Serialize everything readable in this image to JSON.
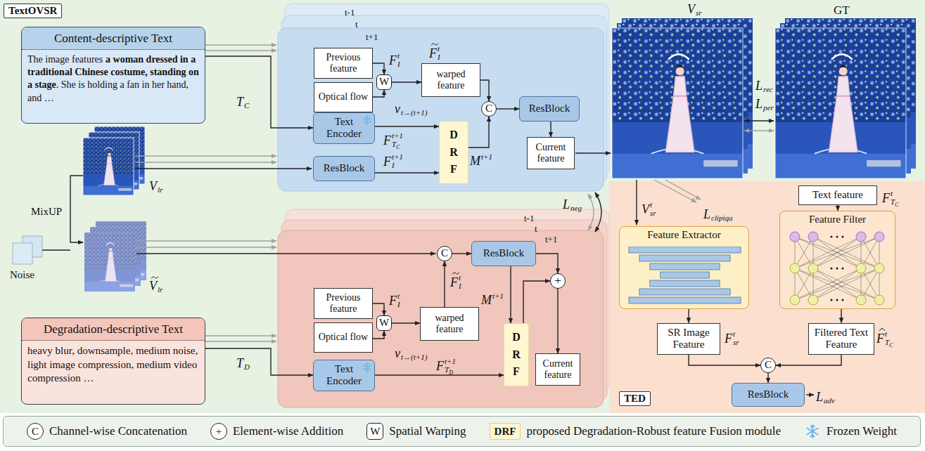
{
  "diagram": {
    "nodes": [
      {
        "text": [
          "TextOVSR"
        ]
      },
      {
        "text": [
          "Content-descriptive Text",
          "The image features",
          "a woman dressed in a traditional Chinese costume, standing on a stage",
          ". She is holding a fan in her hand, and …"
        ],
        "in": 0
      },
      {
        "text": [
          "Degradation-descriptive Text",
          "heavy blur, downsample, medium noise, light image compression, medium video compression …"
        ],
        "in": 0
      },
      {
        "text": [
          "Previous feature"
        ],
        "in": 0
      },
      {
        "text": [
          "Optical flow"
        ],
        "in": 0
      },
      {
        "text": [
          "W"
        ],
        "in": 0
      },
      {
        "text": [
          "warped feature"
        ],
        "in": 0
      },
      {
        "text": [
          "C"
        ],
        "in": 0
      },
      {
        "text": [
          "ResBlock"
        ],
        "in": 0
      },
      {
        "text": [
          "Current feature"
        ],
        "in": 0
      },
      {
        "text": [
          "Text Encoder"
        ],
        "in": 0
      },
      {
        "text": [
          "ResBlock"
        ],
        "in": 0
      },
      {
        "text": [
          "DRF"
        ],
        "in": 0
      },
      {
        "text": [
          "C"
        ],
        "in": 0
      },
      {
        "text": [
          "ResBlock"
        ],
        "in": 0
      },
      {
        "text": [
          "Previous feature"
        ],
        "in": 0
      },
      {
        "text": [
          "Optical flow"
        ],
        "in": 0
      },
      {
        "text": [
          "W"
        ],
        "in": 0
      },
      {
        "text": [
          "warped feature"
        ],
        "in": 0
      },
      {
        "text": [
          "+"
        ],
        "in": 0
      },
      {
        "text": [
          "DRF"
        ],
        "in": 0
      },
      {
        "text": [
          "Current feature"
        ],
        "in": 0
      },
      {
        "text": [
          "Text Encoder"
        ],
        "in": 0
      },
      {
        "text": [
          "TED"
        ]
      },
      {
        "text": [
          "Text feature"
        ],
        "in": 23
      },
      {
        "text": [
          "Feature Extractor"
        ],
        "in": 23
      },
      {
        "text": [
          "Feature Filter"
        ],
        "in": 23
      },
      {
        "text": [
          "SR Image Feature"
        ],
        "in": 23
      },
      {
        "text": [
          "Filtered Text Feature"
        ],
        "in": 23
      },
      {
        "text": [
          "C"
        ],
        "in": 23
      },
      {
        "text": [
          "ResBlock"
        ],
        "in": 23
      }
    ],
    "edges": [
      {
        "from": 3,
        "to": 5,
        "arrow": "to"
      },
      {
        "from": 4,
        "to": 5,
        "arrow": "to"
      },
      {
        "from": 5,
        "to": 6,
        "arrow": "to"
      },
      {
        "from": 6,
        "to": 7,
        "arrow": "to"
      },
      {
        "from": 7,
        "to": 8,
        "arrow": "to"
      },
      {
        "from": 8,
        "to": 9,
        "arrow": "to"
      },
      {
        "from": 10,
        "to": 12,
        "arrow": "to"
      },
      {
        "from": 11,
        "to": 12,
        "arrow": "to"
      },
      {
        "from": 12,
        "to": 7,
        "arrow": "to"
      },
      {
        "from": 1,
        "to": 10,
        "arrow": "to"
      },
      {
        "from": 15,
        "to": 17,
        "arrow": "to"
      },
      {
        "from": 16,
        "to": 17,
        "arrow": "to"
      },
      {
        "from": 17,
        "to": 18,
        "arrow": "to"
      },
      {
        "from": 18,
        "to": 13,
        "arrow": "to"
      },
      {
        "from": 13,
        "to": 14,
        "arrow": "to"
      },
      {
        "from": 14,
        "to": 19,
        "arrow": "to"
      },
      {
        "from": 14,
        "to": 20,
        "arrow": "to"
      },
      {
        "from": 20,
        "to": 19,
        "arrow": "to"
      },
      {
        "from": 19,
        "to": 21,
        "arrow": "to"
      },
      {
        "from": 22,
        "to": 20,
        "arrow": "to"
      },
      {
        "from": 2,
        "to": 22,
        "arrow": "to"
      },
      {
        "from": 24,
        "to": 26,
        "arrow": "to"
      },
      {
        "from": 25,
        "to": 27,
        "arrow": "to"
      },
      {
        "from": 26,
        "to": 28,
        "arrow": "to"
      },
      {
        "from": 27,
        "to": 29,
        "arrow": "to"
      },
      {
        "from": 28,
        "to": 29,
        "arrow": "to"
      },
      {
        "from": 29,
        "to": 30,
        "arrow": "to"
      }
    ],
    "labels": [
      "t-1",
      "t",
      "t+1",
      "t-1",
      "t",
      "t+1",
      "F",
      "I",
      "t",
      "v",
      "t→(t+1)",
      "F",
      "I",
      "t",
      "F",
      "T",
      "C",
      "t+1",
      "F",
      "I",
      "t+1",
      "M",
      "t+1",
      "T",
      "C",
      "V",
      "lr",
      "Noise",
      "MixUP",
      "V",
      "lr",
      "F",
      "I",
      "t",
      "F",
      "I",
      "t",
      "v",
      "t→(t+1)",
      "M",
      "t+1",
      "F",
      "T",
      "D",
      "t+1",
      "T",
      "D",
      "L",
      "neg",
      "V",
      "sr",
      "GT",
      "L",
      "rec",
      "L",
      "per",
      "V",
      "sr",
      "t",
      "L",
      "clipiqa",
      "F",
      "T",
      "C",
      "t",
      "F",
      "sr",
      "t",
      "F",
      "T",
      "C",
      "t",
      "L",
      "adv",
      "C",
      "+",
      "W",
      "DRF"
    ],
    "legend": [
      {
        "text": "Channel-wise Concatenation"
      },
      {
        "text": "Element-wise Addition"
      },
      {
        "text": "Spatial Warping"
      },
      {
        "text": "proposed Degradation-Robust feature Fusion module"
      },
      {
        "text": "Frozen Weight"
      }
    ]
  }
}
